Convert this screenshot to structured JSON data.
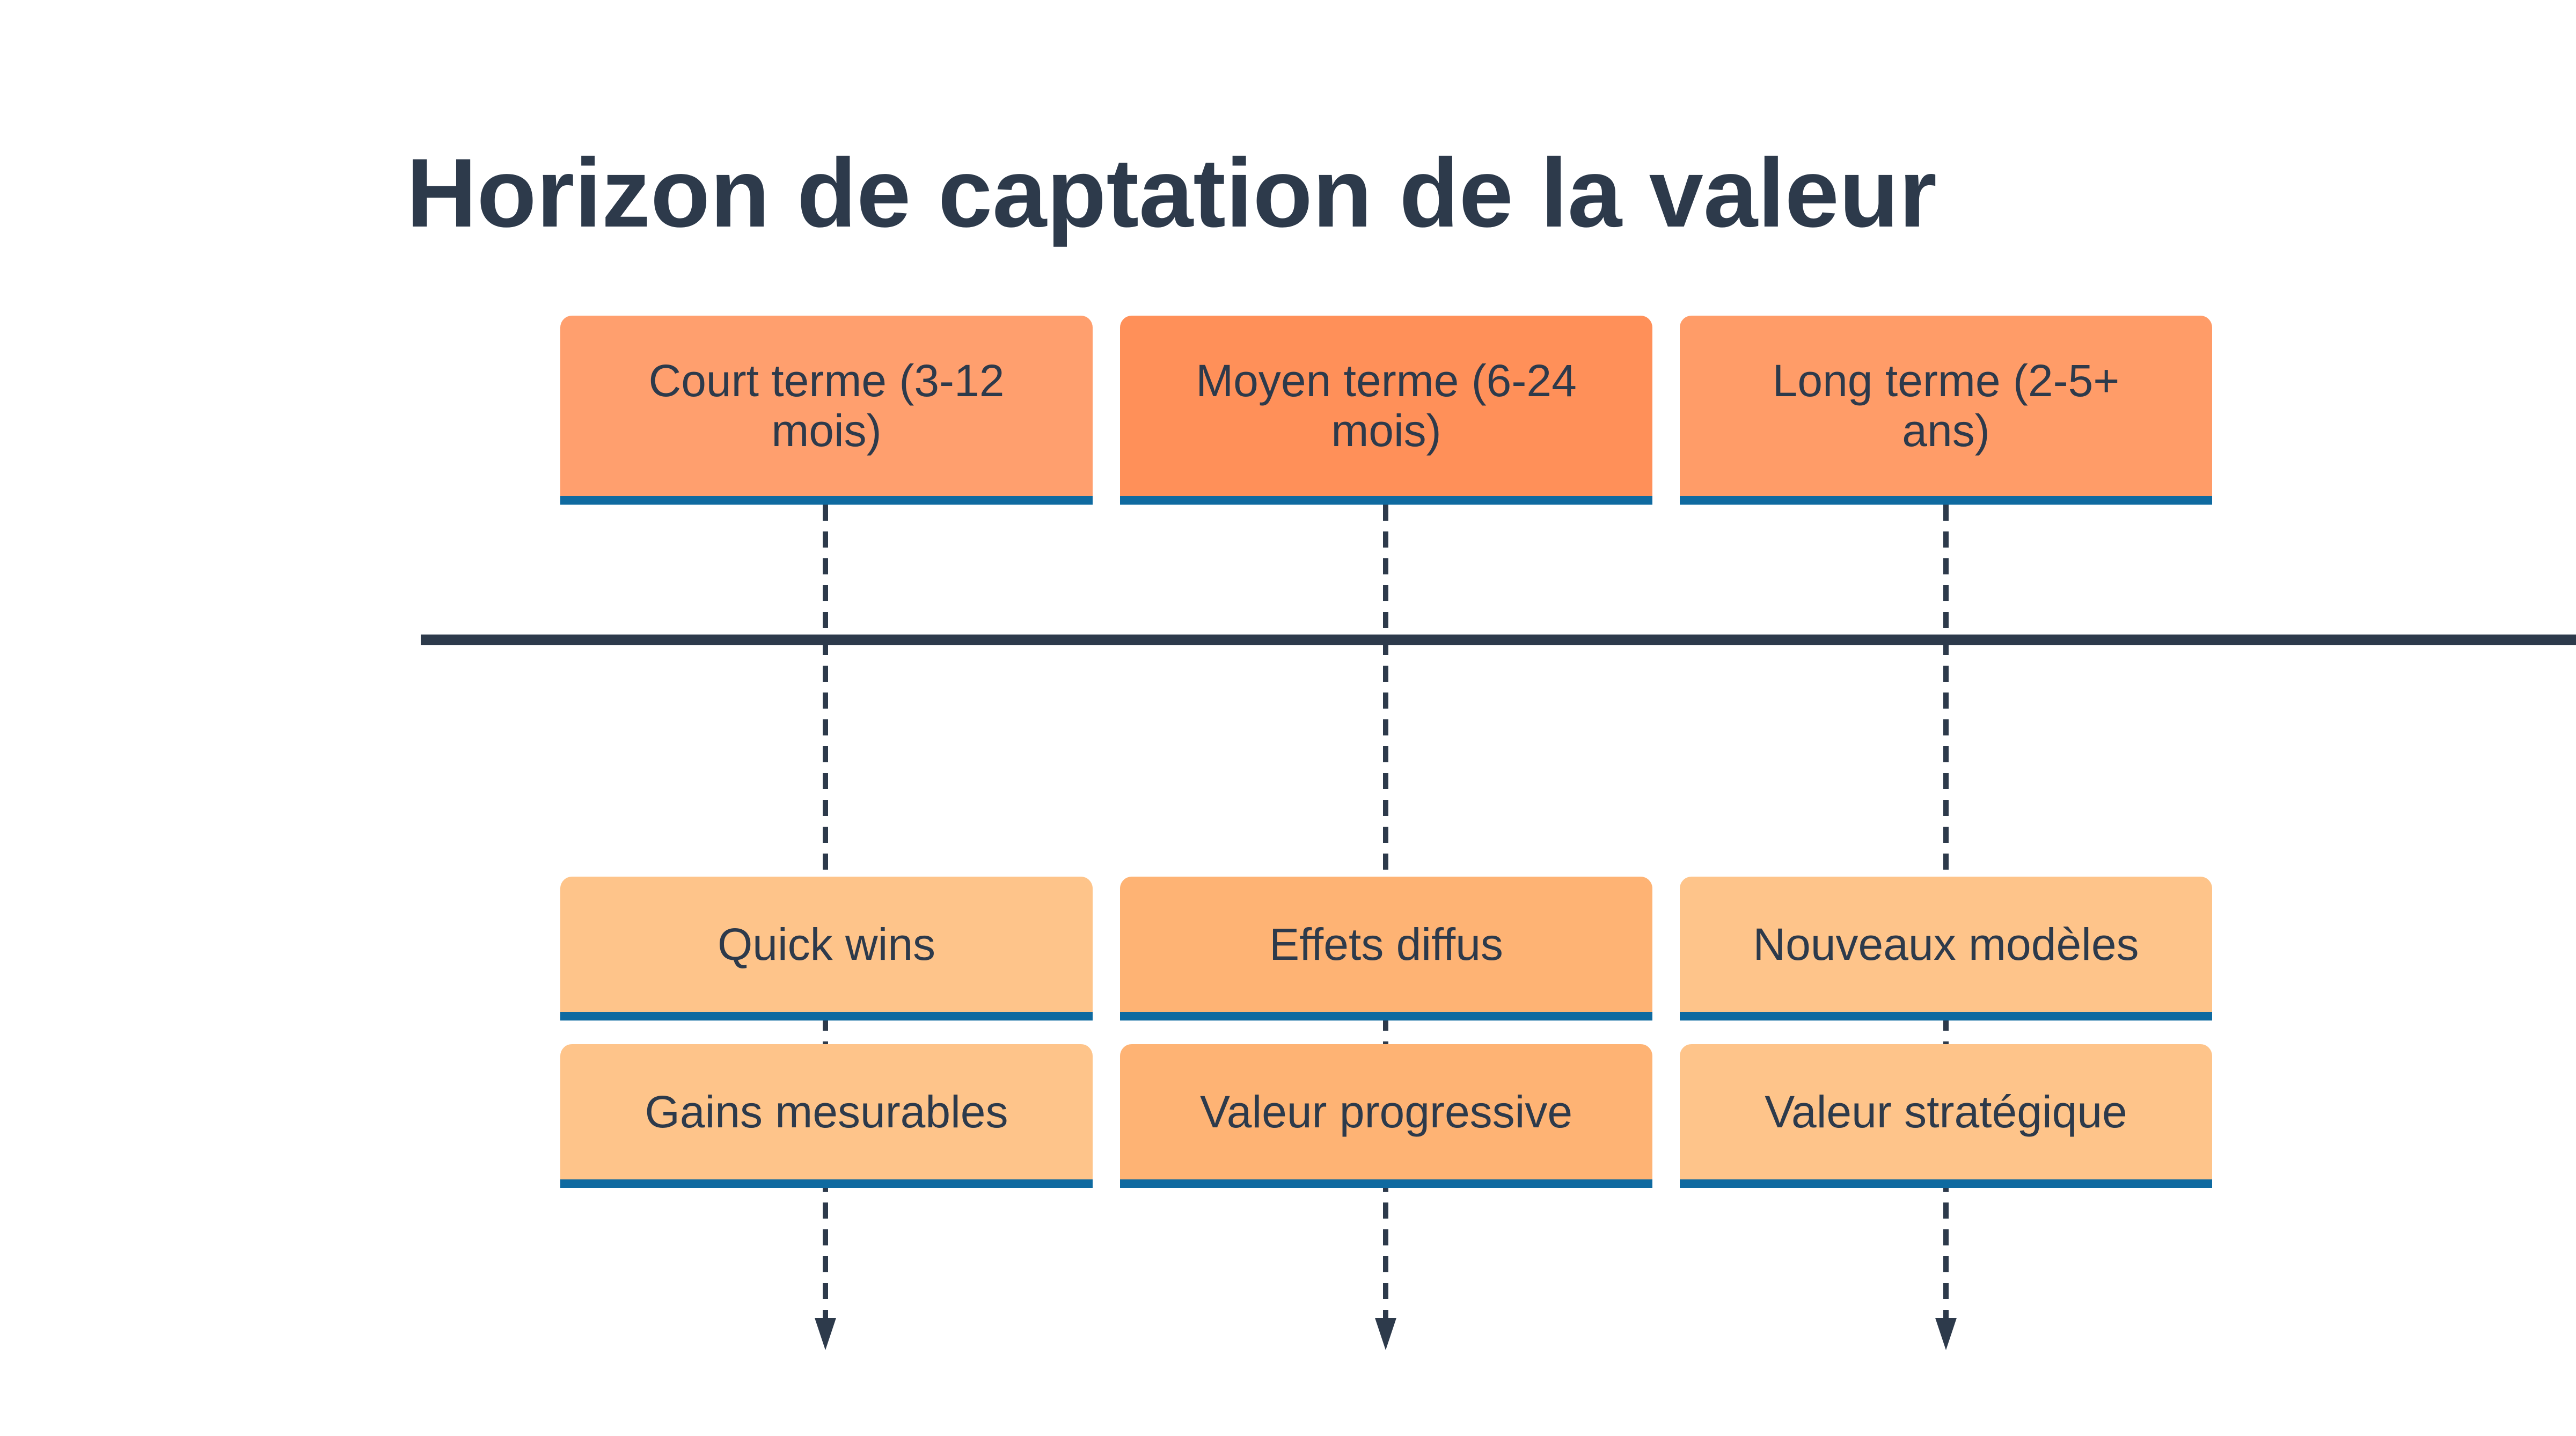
{
  "title": "Horizon de captation de la valeur",
  "colors": {
    "text": "#2d3a4b",
    "accent_border": "#0f6aa0",
    "timeline": "#2d3a4b",
    "head_col1": "#ff9f6e",
    "head_col2": "#ff9059",
    "head_col3": "#ff9c68",
    "item_col1": "#fec48a",
    "item_col2": "#feb374",
    "item_col3": "#fec48a"
  },
  "columns": [
    {
      "header": "Court terme (3-12 mois)",
      "items": [
        "Quick wins",
        "Gains mesurables"
      ]
    },
    {
      "header": "Moyen terme (6-24 mois)",
      "items": [
        "Effets diffus",
        "Valeur progressive"
      ]
    },
    {
      "header": "Long terme (2-5+ ans)",
      "items": [
        "Nouveaux modèles",
        "Valeur stratégique"
      ]
    }
  ]
}
